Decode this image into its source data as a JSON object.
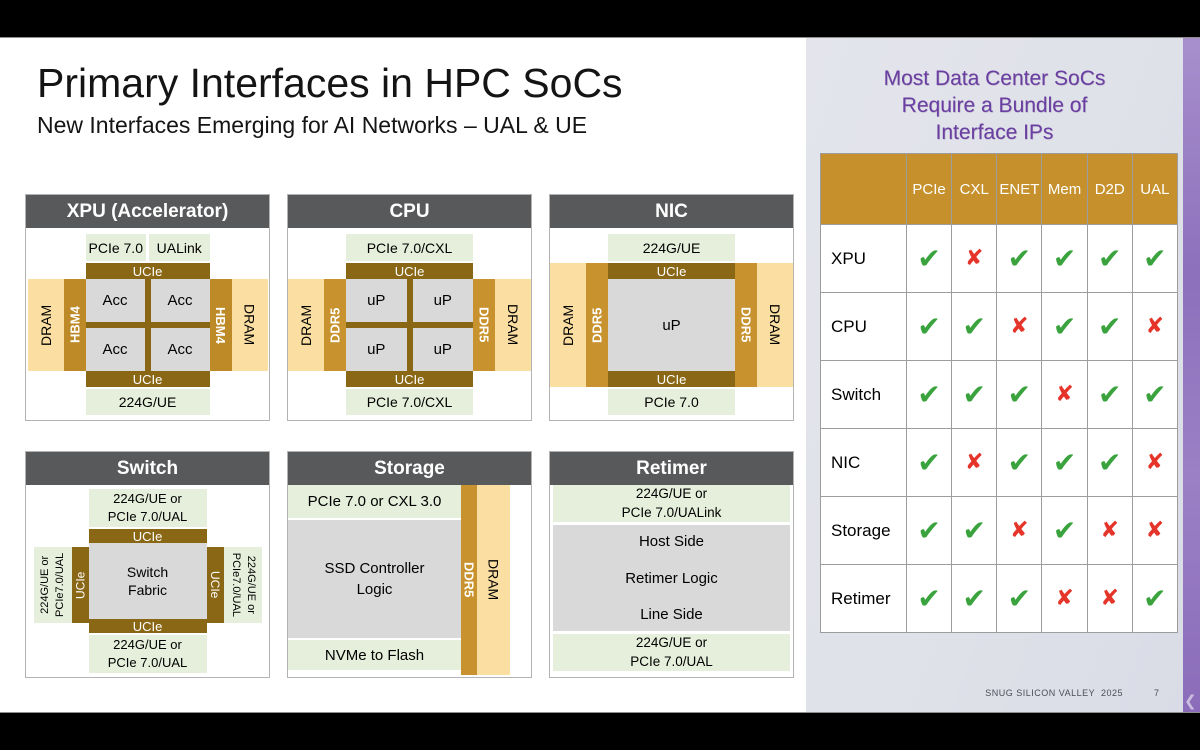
{
  "slide": {
    "title": "Primary Interfaces in HPC SoCs",
    "subtitle": "New Interfaces Emerging for AI Networks – UAL & UE"
  },
  "labels": {
    "ucie": "UCIe"
  },
  "diagrams": {
    "xpu": {
      "title": "XPU (Accelerator)",
      "top_left": "PCIe 7.0",
      "top_right": "UALink",
      "cores": [
        "Acc",
        "Acc",
        "Acc",
        "Acc"
      ],
      "mem_outer": "DRAM",
      "mem_inner": "HBM4",
      "bottom": "224G/UE"
    },
    "cpu": {
      "title": "CPU",
      "top": "PCIe 7.0/CXL",
      "cores": [
        "uP",
        "uP",
        "uP",
        "uP"
      ],
      "mem_outer": "DRAM",
      "mem_inner": "DDR5",
      "bottom": "PCIe 7.0/CXL"
    },
    "nic": {
      "title": "NIC",
      "top": "224G/UE",
      "core": "uP",
      "mem_outer": "DRAM",
      "mem_inner": "DDR5",
      "bottom": "PCIe 7.0"
    },
    "switch": {
      "title": "Switch",
      "top": [
        "224G/UE or",
        "PCIe 7.0/UAL"
      ],
      "side": [
        "224G/UE or",
        "PCIe7.0/UAL"
      ],
      "core": [
        "Switch",
        "Fabric"
      ],
      "bottom": [
        "224G/UE or",
        "PCIe 7.0/UAL"
      ]
    },
    "storage": {
      "title": "Storage",
      "top": "PCIe 7.0 or CXL 3.0",
      "core": [
        "SSD Controller",
        "Logic"
      ],
      "bottom": "NVMe to Flash",
      "ddr": "DDR5",
      "dram": "DRAM"
    },
    "retimer": {
      "title": "Retimer",
      "top": [
        "224G/UE or",
        "PCIe 7.0/UALink"
      ],
      "core_top": "Host Side",
      "core_mid": "Retimer Logic",
      "core_bottom": "Line Side",
      "bottom": [
        "224G/UE or",
        "PCIe 7.0/UAL"
      ]
    }
  },
  "panel": {
    "title": [
      "Most Data Center SoCs",
      "Require a Bundle of",
      "Interface IPs"
    ],
    "table": {
      "columns": [
        "PCIe",
        "CXL",
        "ENET",
        "Mem",
        "D2D",
        "UAL"
      ],
      "rows": [
        {
          "label": "XPU",
          "values": [
            true,
            false,
            true,
            true,
            true,
            true
          ]
        },
        {
          "label": "CPU",
          "values": [
            true,
            true,
            false,
            true,
            true,
            false
          ]
        },
        {
          "label": "Switch",
          "values": [
            true,
            true,
            true,
            false,
            true,
            true
          ]
        },
        {
          "label": "NIC",
          "values": [
            true,
            false,
            true,
            true,
            true,
            false
          ]
        },
        {
          "label": "Storage",
          "values": [
            true,
            true,
            false,
            true,
            false,
            false
          ]
        },
        {
          "label": "Retimer",
          "values": [
            true,
            true,
            true,
            false,
            false,
            true
          ]
        }
      ]
    },
    "footer": "SNUG SILICON VALLEY  2025",
    "page": "7"
  },
  "icons": {
    "check": "✔",
    "cross": "✘",
    "chevron": "❮"
  },
  "colors": {
    "check_green": "#3aa33d",
    "cross_red": "#e5352a",
    "table_header_gold": "#c6912d",
    "panel_title_purple": "#6b3fa2",
    "ucie_brown": "#8a6715",
    "hbm_gold": "#bd8a27",
    "ddr5_gold": "#c8932e",
    "dram_tan": "#fbdfa2",
    "core_gray": "#d9d9d9",
    "diagram_header_gray": "#58595b",
    "green_band": "#e6efdb"
  }
}
